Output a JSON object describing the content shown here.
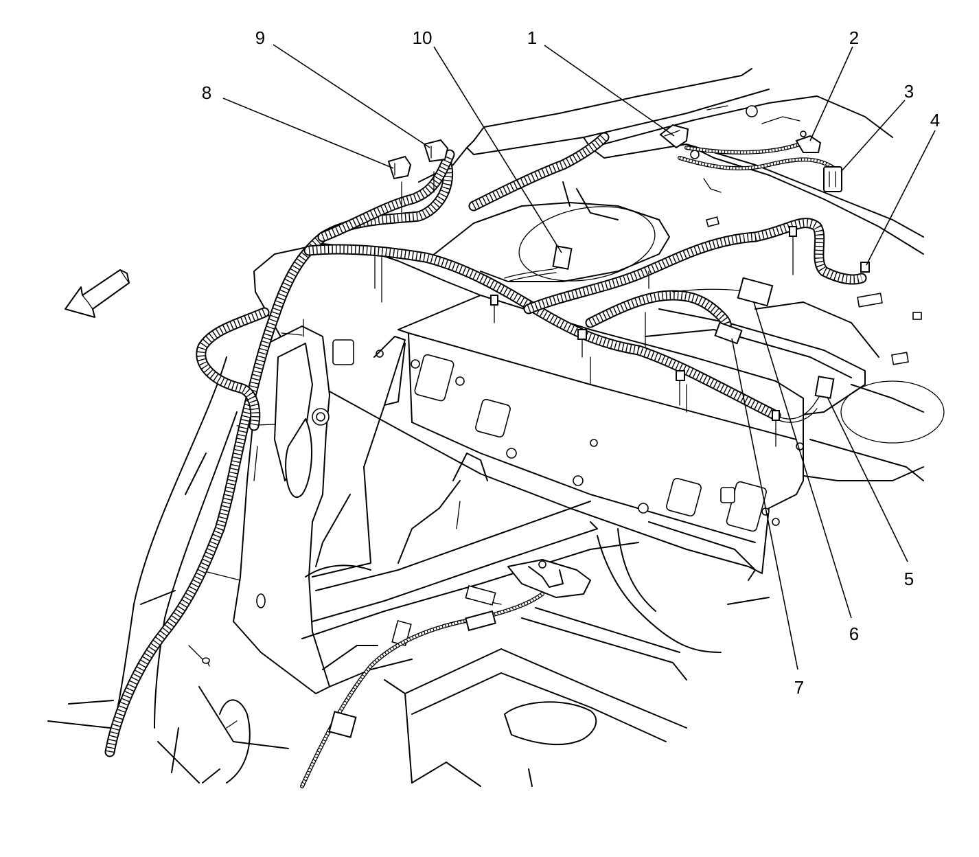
{
  "callouts": [
    {
      "label": "1"
    },
    {
      "label": "2"
    },
    {
      "label": "3"
    },
    {
      "label": "4"
    },
    {
      "label": "5"
    },
    {
      "label": "6"
    },
    {
      "label": "7"
    },
    {
      "label": "8"
    },
    {
      "label": "9"
    },
    {
      "label": "10"
    }
  ],
  "icons": {
    "direction_arrow": "front-direction-arrow-icon"
  }
}
